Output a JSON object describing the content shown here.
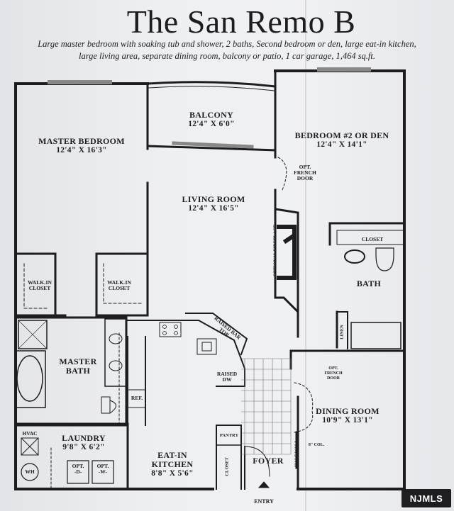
{
  "header": {
    "title": "The San Remo B",
    "description_line1": "Large master bedroom with soaking tub and shower, 2 baths, Second bedroom or den, large eat-in kitchen,",
    "description_line2": "large living area, separate dining room, balcony or patio, 1 car garage, 1,464 sq.ft."
  },
  "rooms": {
    "balcony": {
      "name": "BALCONY",
      "dim": "12'4\" X 6'0\""
    },
    "master_bedroom": {
      "name": "MASTER BEDROOM",
      "dim": "12'4\" X 16'3\""
    },
    "bedroom2": {
      "name": "BEDROOM #2 OR DEN",
      "dim": "12'4\" X 14'1\""
    },
    "living_room": {
      "name": "LIVING ROOM",
      "dim": "12'4\" X 16'5\""
    },
    "master_bath": {
      "name": "MASTER",
      "name2": "BATH"
    },
    "bath": {
      "name": "BATH"
    },
    "dining_room": {
      "name": "DINING ROOM",
      "dim": "10'9\" X 13'1\""
    },
    "laundry": {
      "name": "LAUNDRY",
      "dim": "9'8\" X 6'2\""
    },
    "kitchen": {
      "name": "EAT-IN",
      "name2": "KITCHEN",
      "dim": "8'8\" X 5'6\""
    },
    "foyer": {
      "name": "FOYER"
    }
  },
  "small_labels": {
    "opt_french_door_a": "OPT.",
    "opt_french_door_b": "FRENCH",
    "opt_french_door_c": "DOOR",
    "closet": "CLOSET",
    "walkin_a": "WALK-IN",
    "walkin_b": "CLOSET",
    "walkin2_a": "WALK-IN",
    "walkin2_b": "CLOSET",
    "fireplace": "OPTIONAL FIREPLACE",
    "raised_bar": "RAISED BAR TOP",
    "raised": "RAISED",
    "dw": "DW",
    "ref": "REF.",
    "linen": "LINEN",
    "opt_french_door2_a": "OPT.",
    "opt_french_door2_b": "FRENCH",
    "opt_french_door2_c": "DOOR",
    "col": "8\" COL.",
    "half_wall": "HALF WALL",
    "pantry": "PANTRY",
    "closet2": "CLOSET",
    "hvac": "HVAC",
    "wh": "WH",
    "opt_d_a": "OPT.",
    "opt_d_b": "-D-",
    "opt_w_a": "OPT.",
    "opt_w_b": "-W-",
    "entry": "ENTRY"
  },
  "watermark": {
    "logo": "NJMLS"
  }
}
